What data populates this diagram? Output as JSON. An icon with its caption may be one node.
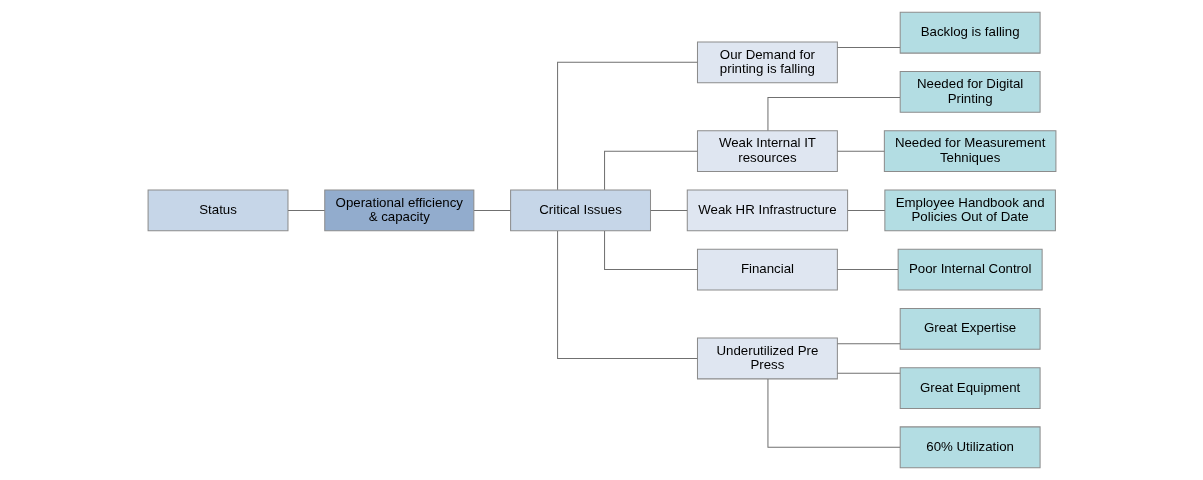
{
  "diagram": {
    "nodes": [
      {
        "text": [
          "Status"
        ]
      },
      {
        "text": [
          "Operational efficiency & capacity"
        ]
      },
      {
        "text": [
          "Critical Issues"
        ]
      },
      {
        "text": [
          "Our Demand for printing is falling"
        ]
      },
      {
        "text": [
          "Weak Internal IT resources"
        ]
      },
      {
        "text": [
          "Weak HR Infrastructure"
        ]
      },
      {
        "text": [
          "Financial"
        ]
      },
      {
        "text": [
          "Underutilized Pre Press"
        ]
      },
      {
        "text": [
          "Backlog is falling"
        ]
      },
      {
        "text": [
          "Needed for Digital Printing"
        ]
      },
      {
        "text": [
          "Needed for Measurement Tehniques"
        ]
      },
      {
        "text": [
          "Employee Handbook and Policies Out of Date"
        ]
      },
      {
        "text": [
          "Poor Internal Control"
        ]
      },
      {
        "text": [
          "Great Expertise"
        ]
      },
      {
        "text": [
          "Great Equipment"
        ]
      },
      {
        "text": [
          "60% Utilization"
        ]
      }
    ],
    "edges": [
      {
        "from": 0,
        "to": 1,
        "arrow": "none"
      },
      {
        "from": 1,
        "to": 2,
        "arrow": "none"
      },
      {
        "from": 2,
        "to": 3,
        "arrow": "none"
      },
      {
        "from": 2,
        "to": 4,
        "arrow": "none"
      },
      {
        "from": 2,
        "to": 5,
        "arrow": "none"
      },
      {
        "from": 2,
        "to": 6,
        "arrow": "none"
      },
      {
        "from": 2,
        "to": 7,
        "arrow": "none"
      },
      {
        "from": 3,
        "to": 8,
        "arrow": "none"
      },
      {
        "from": 4,
        "to": 9,
        "arrow": "none"
      },
      {
        "from": 4,
        "to": 10,
        "arrow": "none"
      },
      {
        "from": 5,
        "to": 11,
        "arrow": "none"
      },
      {
        "from": 6,
        "to": 12,
        "arrow": "none"
      },
      {
        "from": 7,
        "to": 13,
        "arrow": "none"
      },
      {
        "from": 7,
        "to": 14,
        "arrow": "none"
      },
      {
        "from": 7,
        "to": 15,
        "arrow": "none"
      }
    ]
  }
}
